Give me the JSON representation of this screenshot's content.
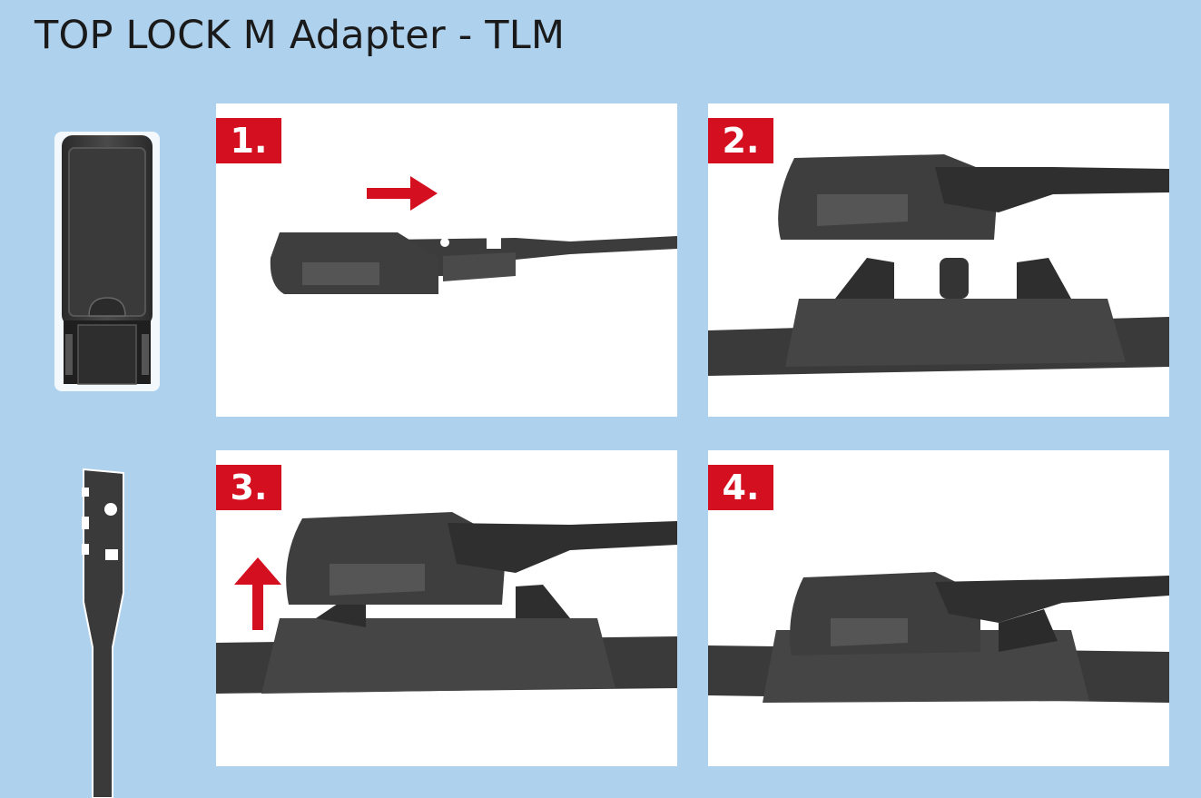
{
  "title": "TOP LOCK M Adapter - TLM",
  "steps": [
    {
      "label": "1.",
      "arrow": "right"
    },
    {
      "label": "2."
    },
    {
      "label": "3.",
      "arrow": "up"
    },
    {
      "label": "4."
    }
  ],
  "colors": {
    "background": "#aed1ee",
    "panel": "#ffffff",
    "badge": "#d40f1f",
    "arrow": "#d40f1f",
    "part": "#3c3c3c"
  }
}
